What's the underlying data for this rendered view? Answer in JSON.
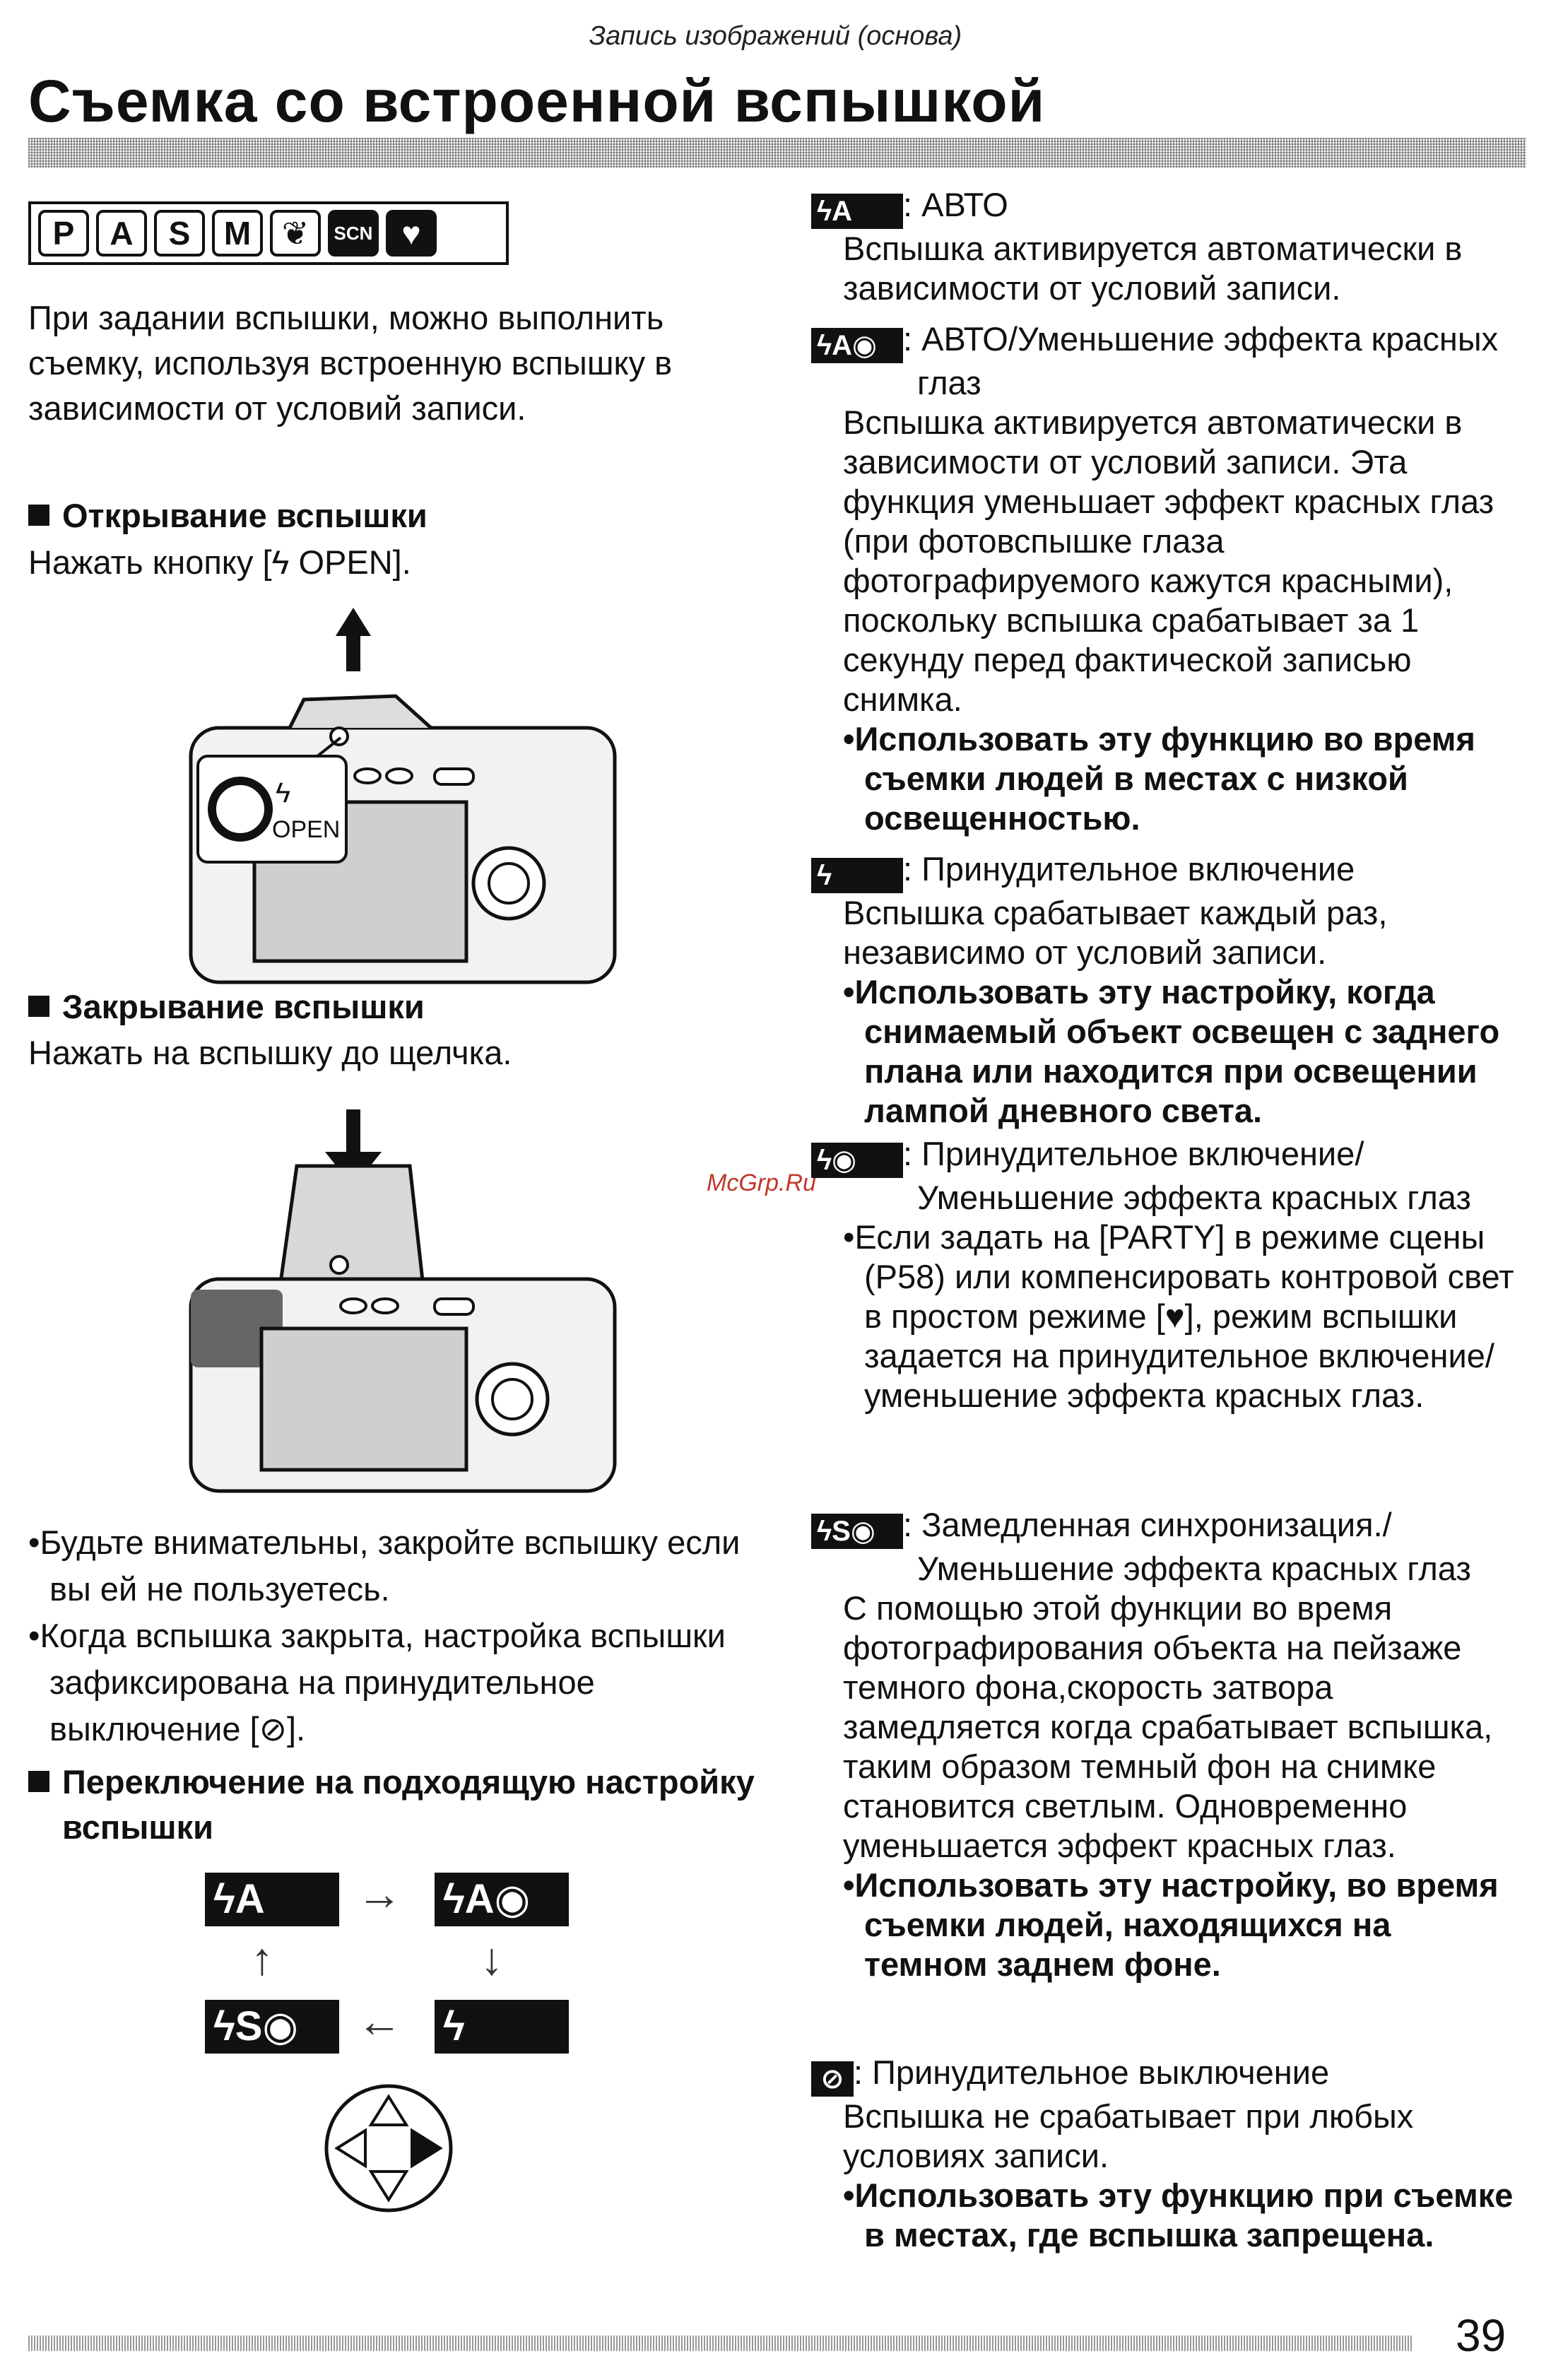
{
  "header": {
    "section": "Запись изображений (основа)",
    "title": "Съемка со встроенной вспышкой"
  },
  "modes": [
    "P",
    "A",
    "S",
    "M",
    "❦",
    "SCN",
    "♥"
  ],
  "left": {
    "intro": "При задании вспышки, можно выполнить съемку, используя встроенную вспышку в зависимости от условий записи.",
    "open_heading": "Открывание вспышки",
    "open_text": "Нажать кнопку [ϟ OPEN].",
    "camera_label_bolt": "ϟ",
    "camera_label_open": "OPEN",
    "close_heading": "Закрывание вспышки",
    "close_text": "Нажать на вспышку до щелчка.",
    "bullet1": "•Будьте внимательны, закройте вспышку если вы ей не пользуетесь.",
    "bullet2": "•Когда вспышка закрыта, настройка вспышки зафиксирована на принудительное выключение [⊘].",
    "switch_heading": "Переключение на подходящую настройку вспышки",
    "cycle": {
      "a": "ϟA",
      "a_eye": "ϟA◉",
      "force": "ϟ",
      "slow_eye": "ϟS◉"
    }
  },
  "right": {
    "auto_badge": "ϟA",
    "auto_title": ": АВТО",
    "auto_desc": "Вспышка активируется автоматически в зависимости от условий записи.",
    "auto_eye_badge": "ϟA◉",
    "auto_eye_title": ": АВТО/Уменьшение эффекта красных глаз",
    "auto_eye_desc": "Вспышка активируется автоматически в зависимости от условий записи. Эта функция уменьшает эффект красных глаз (при фотовспышке глаза фотографируемого кажутся красными), поскольку вспышка срабатывает за 1 секунду перед фактической записью снимка.",
    "auto_eye_bold": "•Использовать эту функцию во время съемки людей в местах с низкой освещенностью.",
    "force_badge": "ϟ",
    "force_title": ": Принудительное включение",
    "force_desc": "Вспышка срабатывает каждый раз, независимо от условий записи.",
    "force_bold": "•Использовать эту настройку, когда снимаемый объект освещен с заднего плана или находится при освещении лампой дневного света.",
    "force_eye_badge": "ϟ◉",
    "force_eye_title": ": Принудительное включение/ Уменьшение эффекта красных глаз",
    "force_eye_desc": "•Если задать на [PARTY] в режиме сцены (P58) или компенсировать контровой свет в простом режиме [♥], режим вспышки задается на принудительное включение/ уменьшение эффекта красных глаз.",
    "slow_badge": "ϟS◉",
    "slow_title": ": Замедленная синхронизация./ Уменьшение эффекта красных глаз",
    "slow_desc": "С помощью этой функции во время фотографирования объекта на пейзаже темного фона,скорость затвора замедляется когда срабатывает вспышка, таким образом темный фон на снимке становится светлым. Одновременно уменьшается эффект красных глаз.",
    "slow_bold": "•Использовать эту настройку, во время съемки людей, находящихся на темном заднем фоне.",
    "off_badge": "⊘",
    "off_title": ": Принудительное выключение",
    "off_desc": "Вспышка не срабатывает при любых условиях записи.",
    "off_bold": "•Использовать эту функцию при съемке в местах, где вспышка запрещена."
  },
  "watermark": "McGrp.Ru",
  "page_number": "39"
}
